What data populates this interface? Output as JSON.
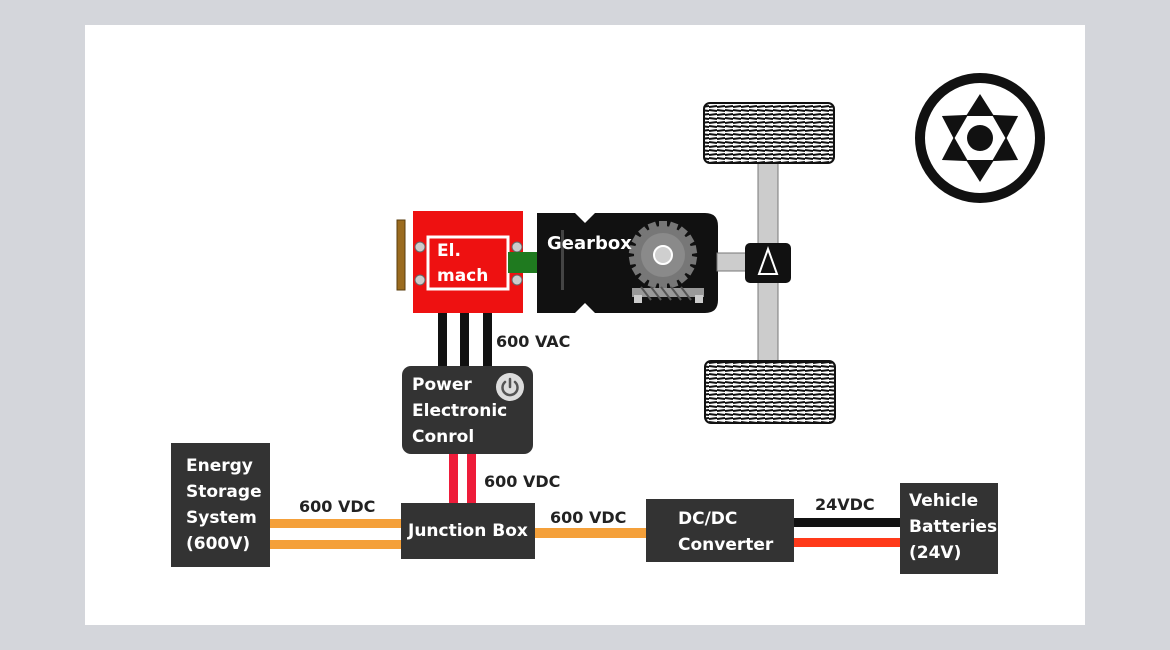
{
  "blocks": {
    "energy_storage": [
      "Energy",
      "Storage",
      "System",
      "(600V)"
    ],
    "junction_box": "Junction Box",
    "dcdc": [
      "DC/DC",
      "Converter"
    ],
    "vehicle_batteries": [
      "Vehicle",
      "Batteries",
      "(24V)"
    ],
    "power_electronic": [
      "Power",
      "Electronic",
      "Conrol"
    ],
    "el_mach": [
      "El.",
      "mach"
    ],
    "gearbox": "Gearbox"
  },
  "labels": {
    "ess_to_jb": "600 VDC",
    "jb_to_dcdc": "600 VDC",
    "pe_to_jb": "600 VDC",
    "dcdc_to_batt": "24VDC",
    "pe_to_machine": "600 VAC"
  },
  "colors": {
    "block": "#333333",
    "hv_dc": "#f4a03a",
    "hv_dc_red": "#ee1c3a",
    "low_dc_red": "#ff3a1a",
    "machine": "#ee1111",
    "shaft": "#1f7a1f"
  },
  "icons": {
    "power": "power-icon",
    "wheel": "wheel-icon",
    "gear": "gear-icon",
    "differential": "differential-icon"
  }
}
